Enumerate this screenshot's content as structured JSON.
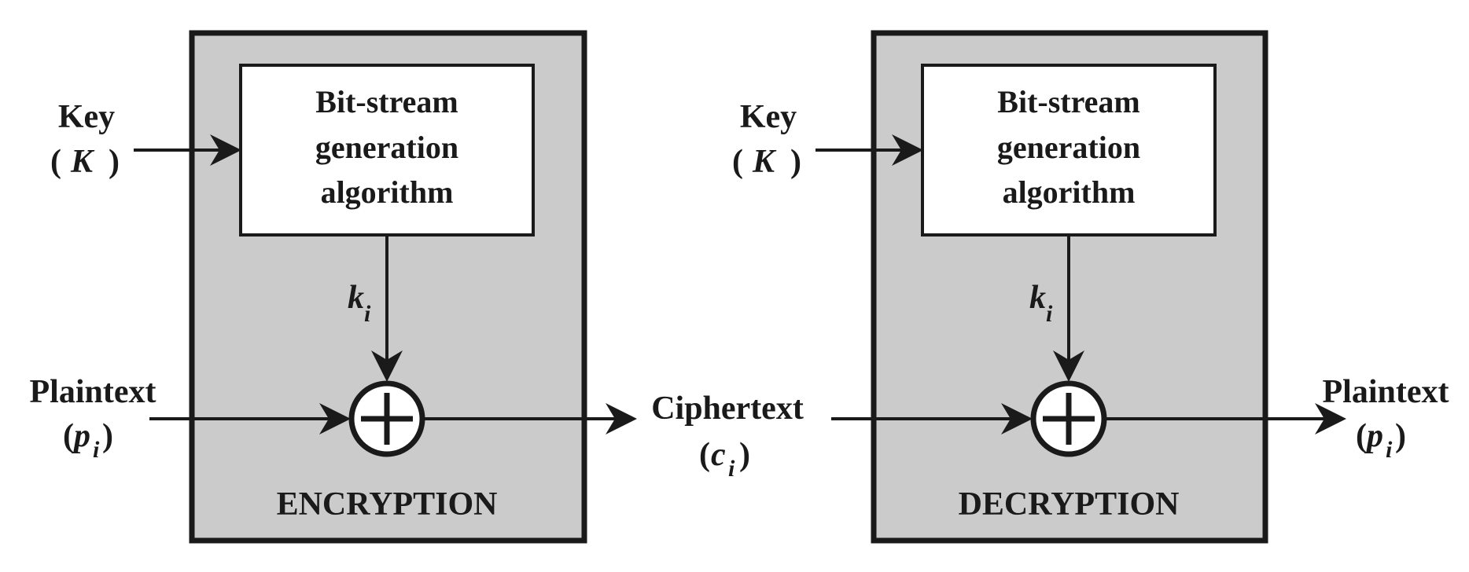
{
  "colors": {
    "panel_fill": "#cbcbcb",
    "stroke": "#1a1a1a",
    "box_fill": "#ffffff"
  },
  "encryption": {
    "title": "ENCRYPTION",
    "box_line1": "Bit-stream",
    "box_line2": "generation",
    "box_line3": "algorithm",
    "key_label": "Key",
    "key_paren_open": "(",
    "key_symbol": "K",
    "key_paren_close": ")",
    "stream_k": "k",
    "stream_sub": "i",
    "input_label": "Plaintext",
    "input_paren_open": "(",
    "input_symbol": "p",
    "input_sub": "i",
    "input_paren_close": ")"
  },
  "middle": {
    "label": "Ciphertext",
    "paren_open": "(",
    "symbol": "c",
    "sub": "i",
    "paren_close": ")"
  },
  "decryption": {
    "title": "DECRYPTION",
    "box_line1": "Bit-stream",
    "box_line2": "generation",
    "box_line3": "algorithm",
    "key_label": "Key",
    "key_paren_open": "(",
    "key_symbol": "K",
    "key_paren_close": ")",
    "stream_k": "k",
    "stream_sub": "i",
    "output_label": "Plaintext",
    "output_paren_open": "(",
    "output_symbol": "p",
    "output_sub": "i",
    "output_paren_close": ")"
  }
}
